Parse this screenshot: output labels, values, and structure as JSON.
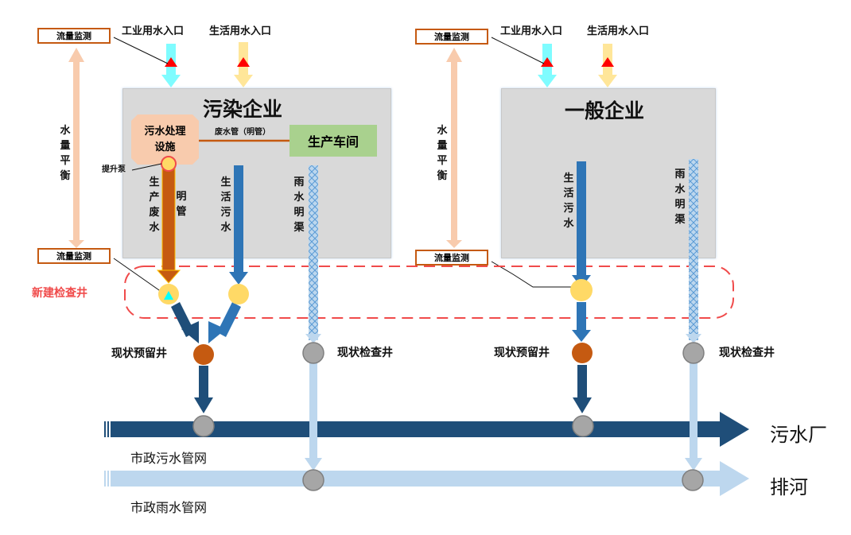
{
  "diagram": {
    "enterprises": [
      {
        "id": "polluting",
        "title": "污染企业",
        "flow_monitor_top": "流量监测",
        "flow_monitor_bottom": "流量监测",
        "water_balance": "水量平衡",
        "industrial_inlet": "工业用水入口",
        "domestic_inlet": "生活用水入口",
        "treatment_facility": "污水处理设施",
        "wastewater_pipe": "废水管（明管）",
        "workshop": "生产车间",
        "lift_pump": "提升泵",
        "production_wastewater": "生产废水",
        "open_pipe": "明管",
        "domestic_sewage": "生活污水",
        "rain_channel": "雨水明渠"
      },
      {
        "id": "general",
        "title": "一般企业",
        "flow_monitor_top": "流量监测",
        "flow_monitor_bottom": "流量监测",
        "water_balance": "水量平衡",
        "industrial_inlet": "工业用水入口",
        "domestic_inlet": "生活用水入口",
        "domestic_sewage": "生活污水",
        "rain_channel": "雨水明渠"
      }
    ],
    "new_inspection_well": "新建检查井",
    "existing_reserved_well": "现状预留井",
    "existing_inspection_well": "现状检查井",
    "municipal_sewage_network": "市政污水管网",
    "municipal_rain_network": "市政雨水管网",
    "sewage_plant": "污水厂",
    "river_discharge": "排河",
    "colors": {
      "industrial_water": "#7ffcff",
      "domestic_water": "#ffe699",
      "production_pipe": "#c55a11",
      "domestic_sewage": "#2e75b6",
      "dark_sewage": "#1f4e79",
      "rain": "#bdd7ee",
      "new_well": "#ffd966",
      "reserved_well": "#c55a11",
      "inspection_well": "#a6a6a6",
      "dashed_outline": "#f04b4b",
      "balance_arrow": "#f8cbad",
      "monitor_marker": "#ff0000"
    }
  }
}
